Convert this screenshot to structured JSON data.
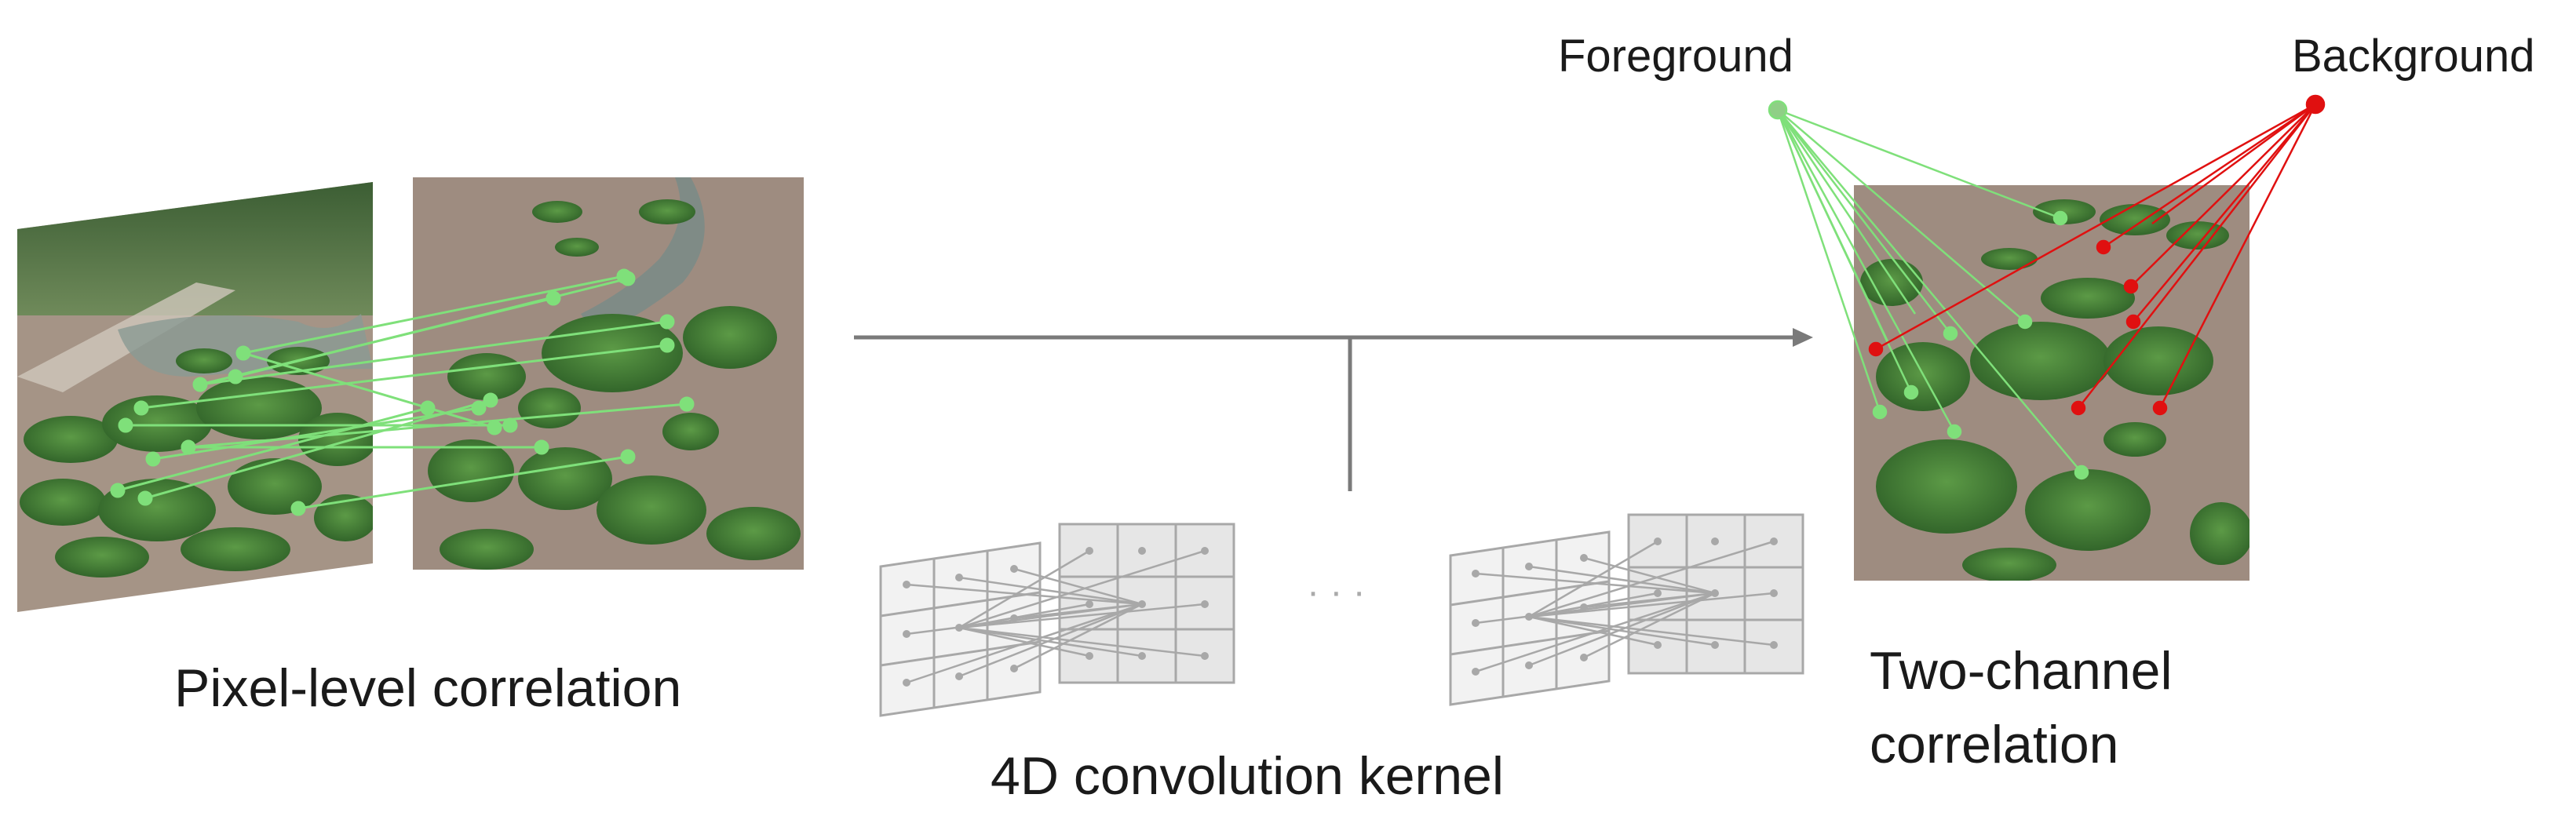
{
  "labels": {
    "foreground": "Foreground",
    "background": "Background",
    "pixel_level": "Pixel-level correlation",
    "kernel": "4D convolution kernel",
    "two_channel": "Two-channel correlation",
    "ellipsis": "· · ·"
  },
  "colors": {
    "foreground_match": "#7fe07a",
    "background_match": "#e01010",
    "arrow": "#7a7a7a",
    "kernel_stroke": "#a8a8a8",
    "kernel_fill": "#e6e6e6",
    "grass": "#3d7a32",
    "mud": "#9b8a7e"
  },
  "icons": {
    "arrow": "right-arrow-icon",
    "kernel": "grid-kernel-icon"
  }
}
